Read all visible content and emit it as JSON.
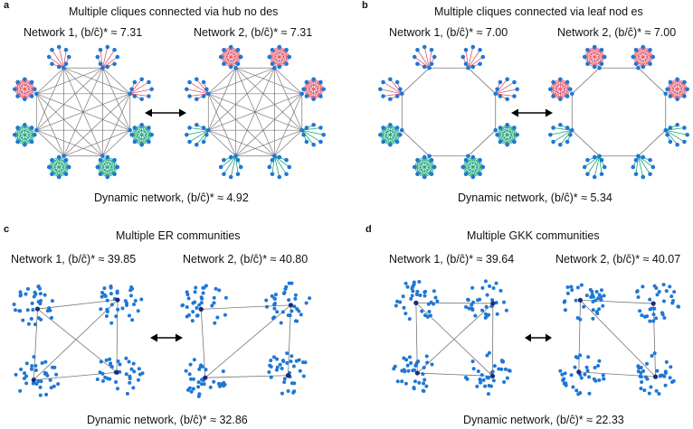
{
  "panels": [
    {
      "letter": "a",
      "title": "Multiple cliques connected via hub no des",
      "net1_label": "Network 1, (b/ĉ)* ≈ 7.31",
      "net2_label": "Network 2, (b/ĉ)* ≈ 7.31",
      "dynamic_label": "Dynamic network, (b/ĉ)* ≈ 4.92"
    },
    {
      "letter": "b",
      "title": "Multiple cliques connected via leaf nod es",
      "net1_label": "Network 1, (b/ĉ)* ≈ 7.00",
      "net2_label": "Network 2, (b/ĉ)* ≈ 7.00",
      "dynamic_label": "Dynamic network, (b/ĉ)* ≈ 5.34"
    },
    {
      "letter": "c",
      "title": "Multiple ER communities",
      "net1_label": "Network 1, (b/ĉ)* ≈ 39.85",
      "net2_label": "Network 2, (b/ĉ)* ≈ 40.80",
      "dynamic_label": "Dynamic network, (b/ĉ)* ≈ 32.86"
    },
    {
      "letter": "d",
      "title": "Multiple GKK communities",
      "net1_label": "Network 1, (b/ĉ)* ≈ 39.64",
      "net2_label": "Network 2, (b/ĉ)* ≈ 40.07",
      "dynamic_label": "Dynamic network, (b/ĉ)* ≈ 22.33"
    }
  ],
  "colors": {
    "node": "#1f77d4",
    "clique_red": "#e0566a",
    "clique_green": "#1aa37a",
    "edge": "#777777",
    "hub_dark": "#1a2a7a"
  },
  "icons": {
    "switch_arrow": "double-headed-arrow-icon"
  }
}
